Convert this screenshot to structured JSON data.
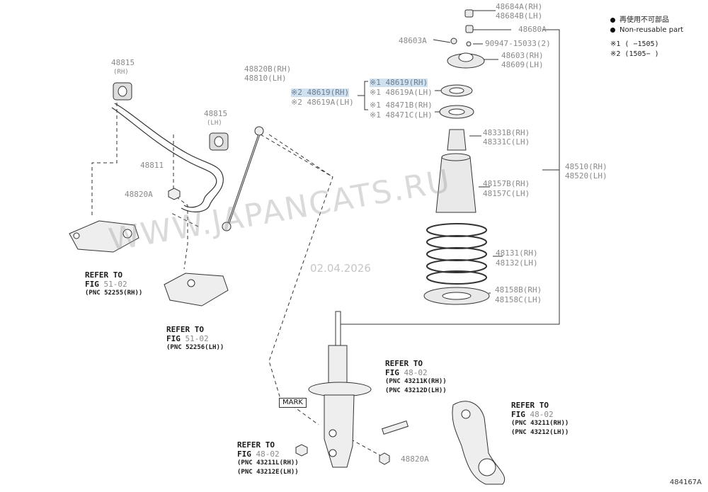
{
  "legend": {
    "line1_jp": "再使用不可部品",
    "line2_en": "Non-reusable part",
    "note1": "※1 (     −1505)",
    "note2": "※2 (1505−     )"
  },
  "watermark": "WWW.JAPANCATS.RU",
  "date": "02.04.2026",
  "figure_id": "484167A",
  "mark_label": "MARK",
  "parts": {
    "p48815_rh": "48815",
    "p48815_rh_side": "(RH)",
    "p48815_lh": "48815",
    "p48815_lh_side": "(LH)",
    "p48811": "48811",
    "p48820a_left": "48820A",
    "p48820b": "48820B(RH)",
    "p48810": "48810(LH)",
    "p48684a": "48684A(RH)",
    "p48684b": "48684B(LH)",
    "p48680a": "48680A",
    "p48603a": "48603A",
    "p90947": "90947-15033(2)",
    "p48603": "48603(RH)",
    "p48609": "48609(LH)",
    "p2_48619": "※2 48619(RH)",
    "p2_48619a": "※2 48619A(LH)",
    "p1_48619": "※1 48619(RH)",
    "p1_48619a": "※1 48619A(LH)",
    "p1_48471b": "※1 48471B(RH)",
    "p1_48471c": "※1 48471C(LH)",
    "p48331b": "48331B(RH)",
    "p48331c": "48331C(LH)",
    "p48157b": "48157B(RH)",
    "p48157c": "48157C(LH)",
    "p48510": "48510(RH)",
    "p48520": "48520(LH)",
    "p48131": "48131(RH)",
    "p48132": "48132(LH)",
    "p48158b": "48158B(RH)",
    "p48158c": "48158C(LH)",
    "p48820a_bottom": "48820A"
  },
  "refs": {
    "r1": {
      "line1": "REFER TO",
      "fig_prefix": "FIG",
      "fig": "51-02",
      "pnc": "(PNC 52255(RH))"
    },
    "r2": {
      "line1": "REFER TO",
      "fig_prefix": "FIG",
      "fig": "51-02",
      "pnc": "(PNC 52256(LH))"
    },
    "r3": {
      "line1": "REFER TO",
      "fig_prefix": "FIG",
      "fig": "48-02",
      "pnc1": "(PNC 43211K(RH))",
      "pnc2": "(PNC 43212D(LH))"
    },
    "r4": {
      "line1": "REFER TO",
      "fig_prefix": "FIG",
      "fig": "48-02",
      "pnc1": "(PNC 43211L(RH))",
      "pnc2": "(PNC 43212E(LH))"
    },
    "r5": {
      "line1": "REFER TO",
      "fig_prefix": "FIG",
      "fig": "48-02",
      "pnc1": "(PNC 43211(RH))",
      "pnc2": "(PNC 43212(LH))"
    }
  }
}
